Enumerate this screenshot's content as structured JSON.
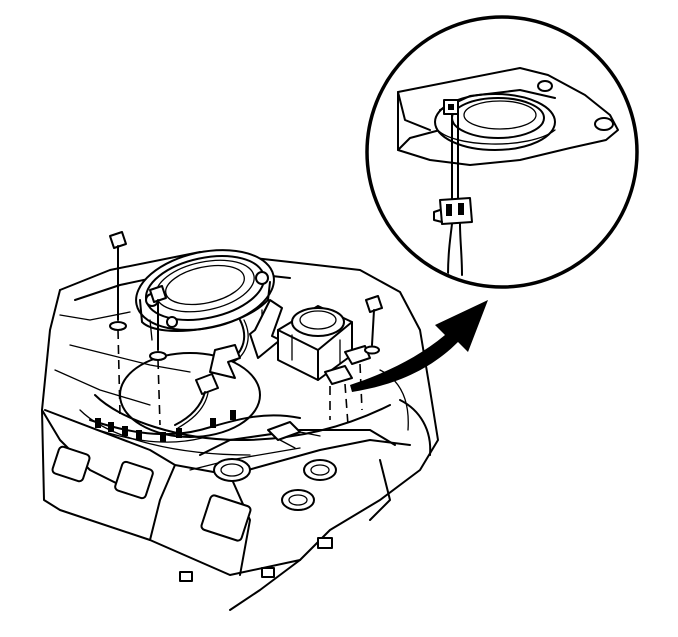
{
  "diagram": {
    "components": [
      {
        "id": "rear-shelf-panel",
        "label": ""
      },
      {
        "id": "oval-speaker",
        "label": ""
      },
      {
        "id": "tweeter",
        "label": ""
      },
      {
        "id": "mounting-screws",
        "label": ""
      },
      {
        "id": "connector-detail-callout",
        "label": ""
      },
      {
        "id": "callout-arrow",
        "label": ""
      }
    ],
    "colors": {
      "line": "#000000",
      "background": "#ffffff"
    }
  }
}
